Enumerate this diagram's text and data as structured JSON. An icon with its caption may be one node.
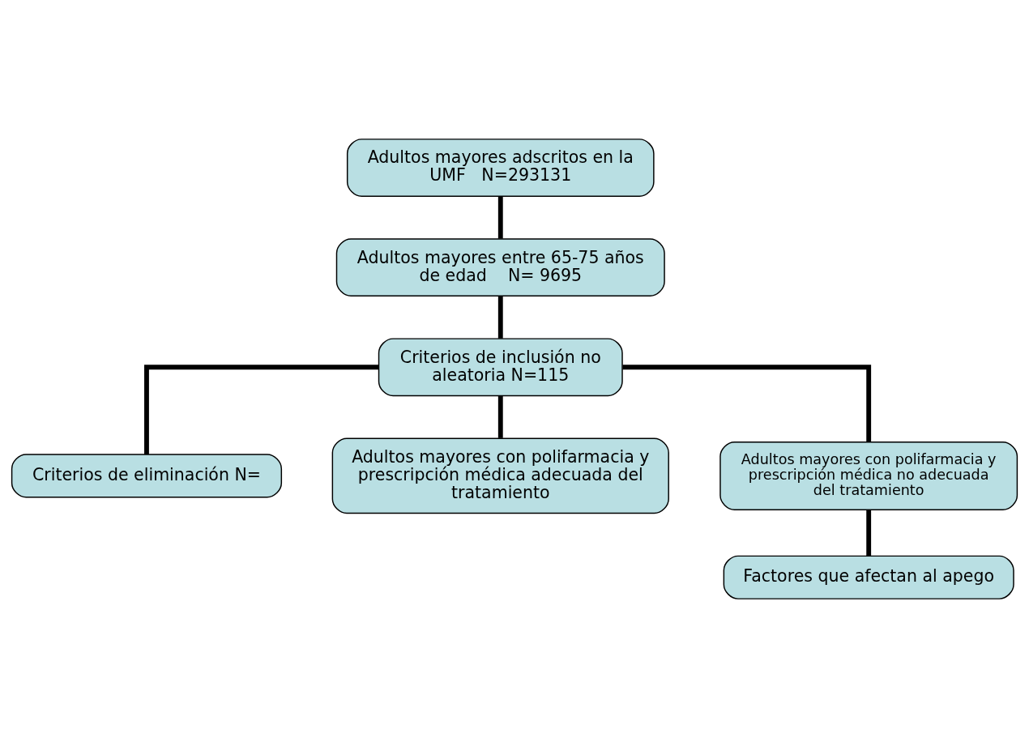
{
  "diagram": {
    "nodes": [
      {
        "text": [
          "Adultos mayores adscritos en la UMF   N=293131"
        ]
      },
      {
        "text": [
          "Adultos mayores entre 65-75 años de edad    N= 9695"
        ]
      },
      {
        "text": [
          "Criterios de inclusión no aleatoria N=115"
        ]
      },
      {
        "text": [
          "Criterios de eliminación N="
        ]
      },
      {
        "text": [
          "Adultos mayores con polifarmacia y prescripción médica adecuada del tratamiento"
        ]
      },
      {
        "text": [
          "Adultos mayores con polifarmacia y prescripción médica no adecuada del tratamiento"
        ]
      },
      {
        "text": [
          "Factores que afectan al apego"
        ]
      }
    ],
    "edges": [
      {
        "from": 0,
        "to": 1,
        "arrow": "none"
      },
      {
        "from": 1,
        "to": 2,
        "arrow": "none"
      },
      {
        "from": 2,
        "to": 3,
        "arrow": "none"
      },
      {
        "from": 2,
        "to": 4,
        "arrow": "none"
      },
      {
        "from": 2,
        "to": 5,
        "arrow": "none"
      },
      {
        "from": 5,
        "to": 6,
        "arrow": "none"
      }
    ]
  }
}
